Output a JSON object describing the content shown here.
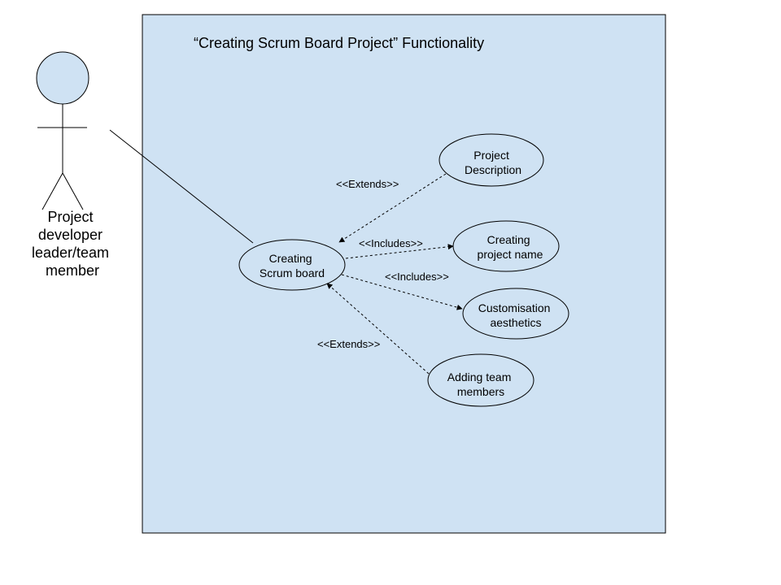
{
  "colors": {
    "system_fill": "#cfe2f3",
    "actor_head_fill": "#cfe2f3",
    "usecase_fill": "#cfe2f3",
    "stroke": "#000000"
  },
  "system": {
    "title": "“Creating Scrum Board Project” Functionality"
  },
  "actor": {
    "label_lines": [
      "Project",
      "developer",
      "leader/team",
      "member"
    ]
  },
  "use_cases": {
    "main": {
      "lines": [
        "Creating",
        "Scrum board"
      ]
    },
    "project_description": {
      "lines": [
        "Project",
        "Description"
      ]
    },
    "creating_project_name": {
      "lines": [
        "Creating",
        "project name"
      ]
    },
    "customisation_aesthetics": {
      "lines": [
        "Customisation",
        "aesthetics"
      ]
    },
    "adding_team_members": {
      "lines": [
        "Adding team",
        "members"
      ]
    }
  },
  "relationships": {
    "extends_description": "<<Extends>>",
    "includes_name": "<<Includes>>",
    "includes_aesthetics": "<<Includes>>",
    "extends_members": "<<Extends>>"
  }
}
